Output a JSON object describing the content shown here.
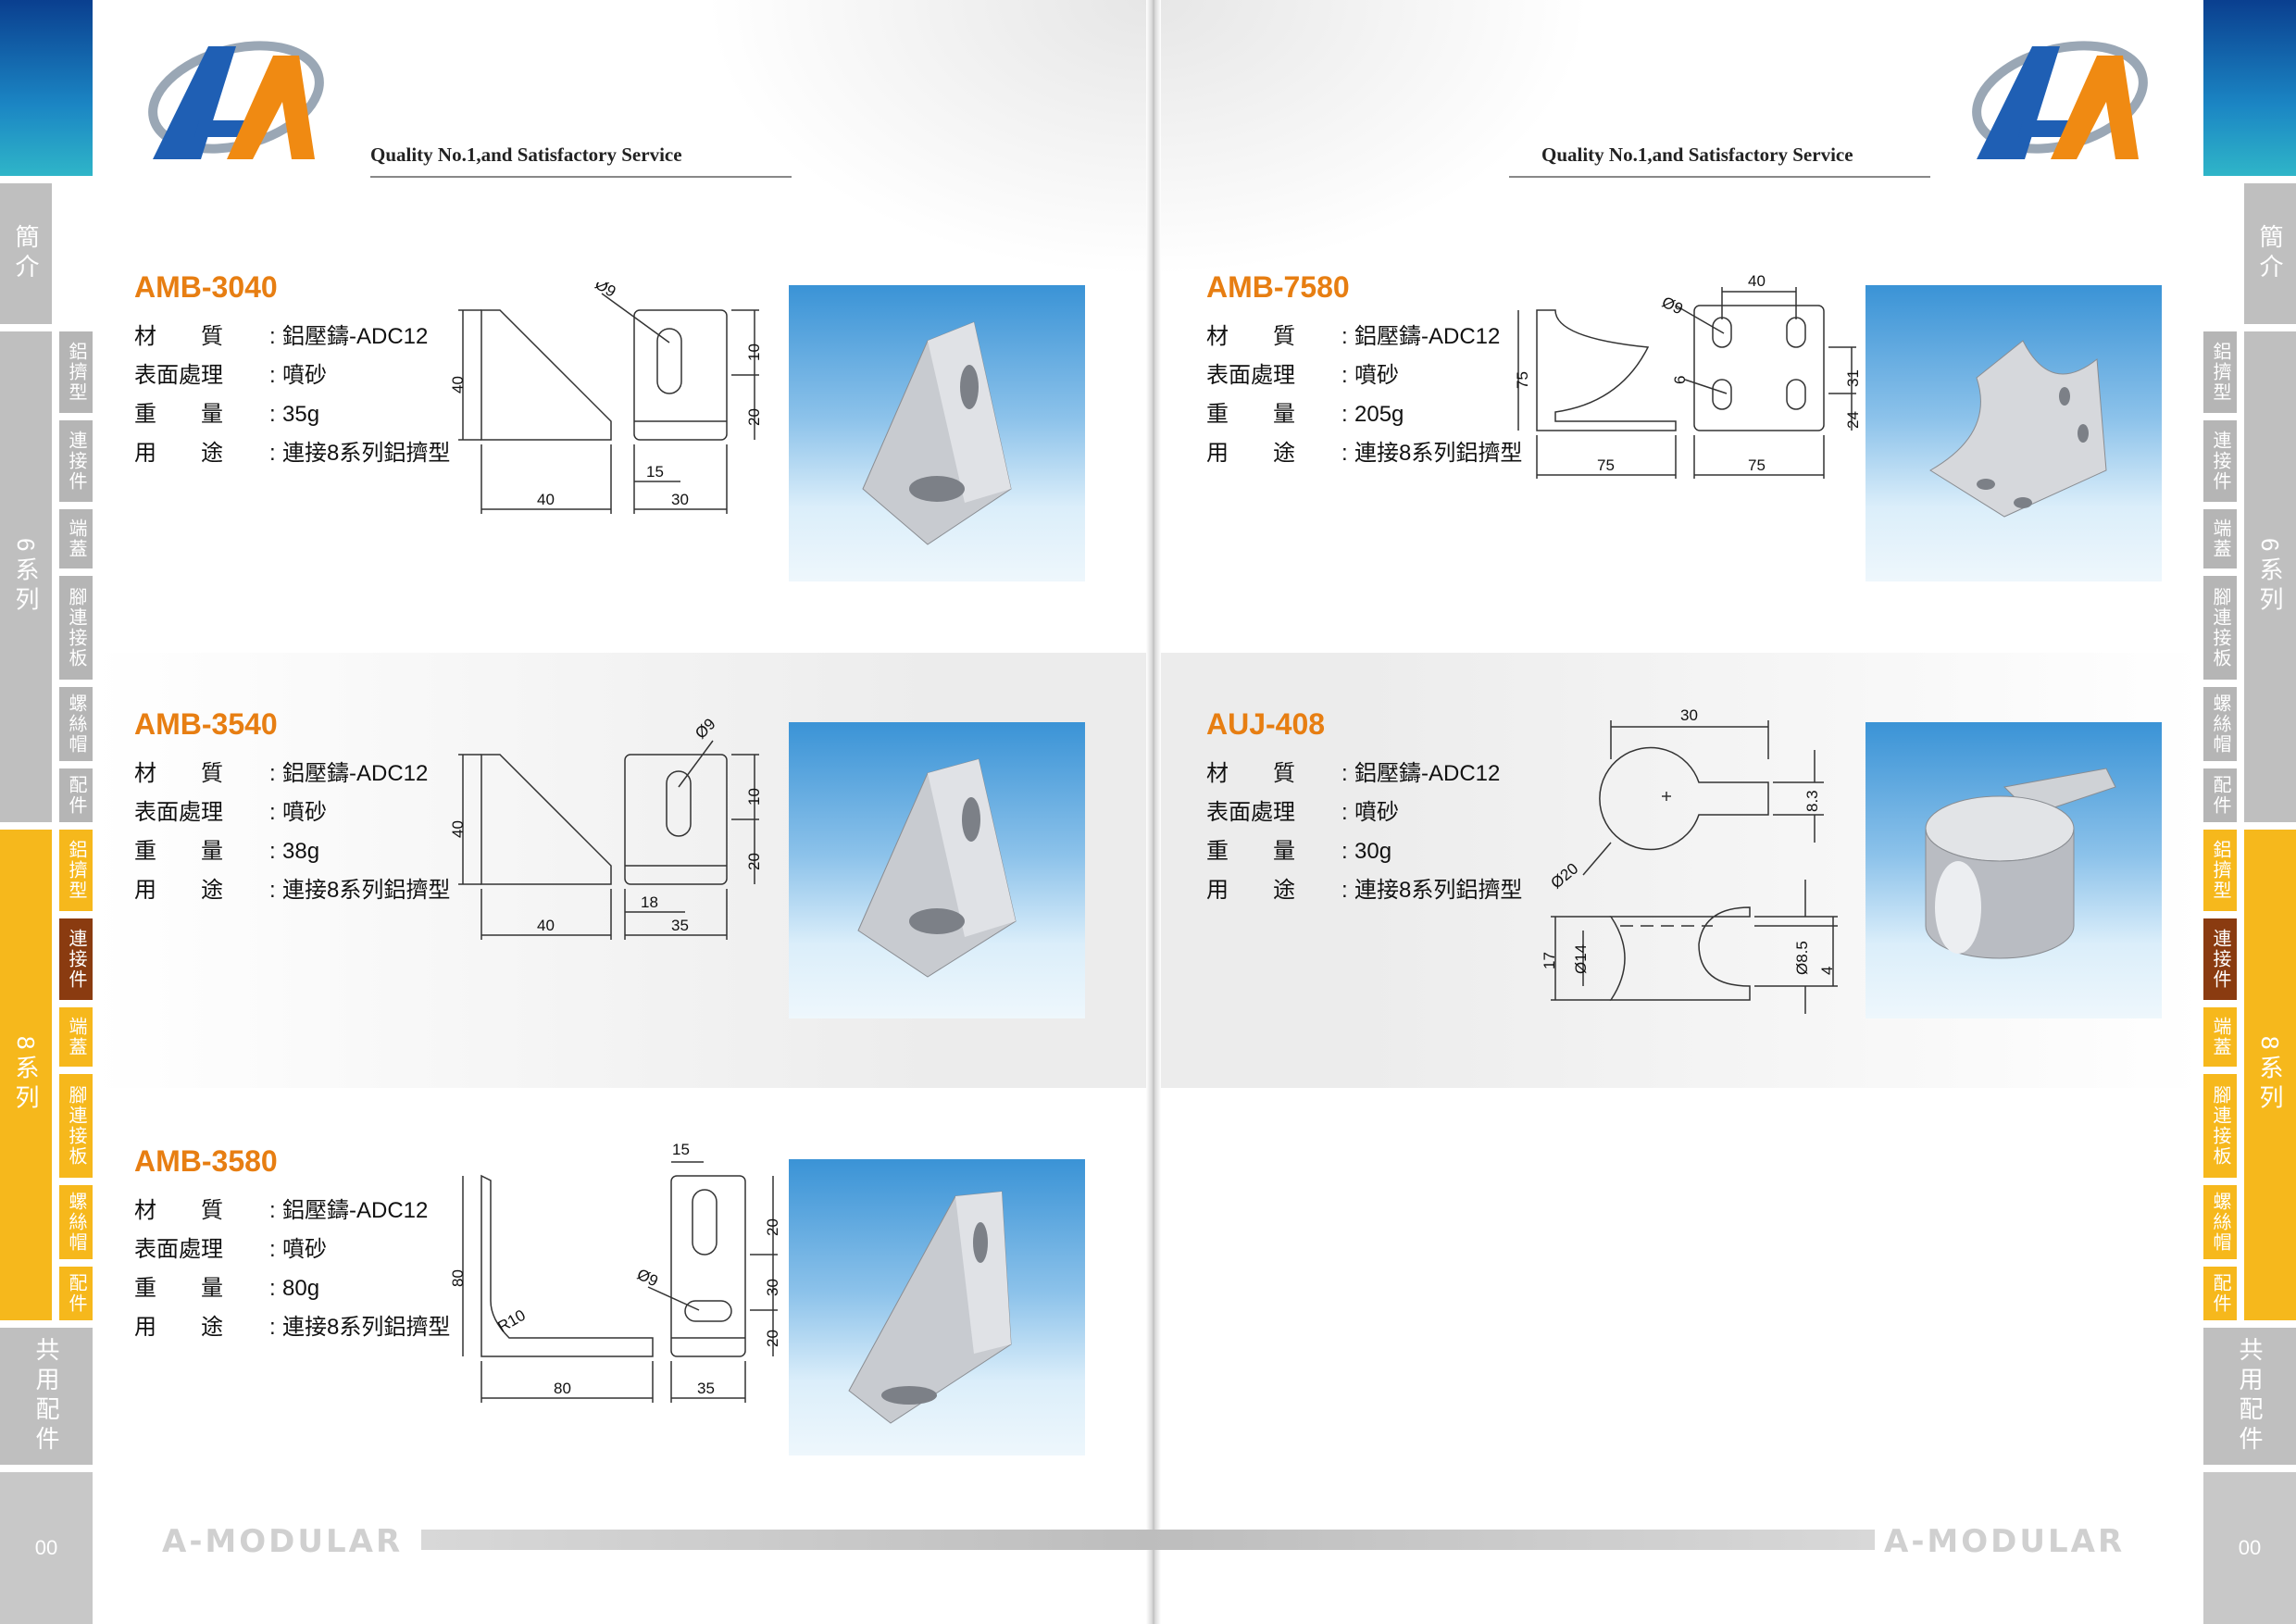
{
  "header": {
    "slogan": "Quality No.1,and Satisfactory Service"
  },
  "nav": {
    "intro": "簡介",
    "series6": "6系列",
    "series8": "8系列",
    "shared": "共用配件",
    "sub": [
      "鋁擠型",
      "連接件",
      "端蓋",
      "腳連接板",
      "螺絲帽",
      "配件"
    ],
    "page_left": "00",
    "page_right": "00"
  },
  "footer": {
    "brand": "A-MODULAR"
  },
  "labels": {
    "material": "材　　質",
    "finish": "表面處理",
    "weight": "重　　量",
    "usage": "用　　途"
  },
  "products": [
    {
      "id": "AMB-3040",
      "material": "鋁壓鑄-ADC12",
      "finish": "噴砂",
      "weight": "35g",
      "usage": "連接8系列鋁擠型",
      "dims": {
        "d1": "Ø9",
        "h": "40",
        "w": "40",
        "w2": "30",
        "a": "10",
        "b": "20",
        "c": "15"
      }
    },
    {
      "id": "AMB-3540",
      "material": "鋁壓鑄-ADC12",
      "finish": "噴砂",
      "weight": "38g",
      "usage": "連接8系列鋁擠型",
      "dims": {
        "d1": "Ø9",
        "h": "40",
        "w": "40",
        "w2": "35",
        "a": "10",
        "b": "20",
        "c": "18"
      }
    },
    {
      "id": "AMB-3580",
      "material": "鋁壓鑄-ADC12",
      "finish": "噴砂",
      "weight": "80g",
      "usage": "連接8系列鋁擠型",
      "dims": {
        "d1": "Ø9",
        "h": "80",
        "w": "80",
        "w2": "35",
        "r": "R10",
        "top": "15",
        "a": "20",
        "b": "30",
        "c": "20"
      }
    },
    {
      "id": "AMB-7580",
      "material": "鋁壓鑄-ADC12",
      "finish": "噴砂",
      "weight": "205g",
      "usage": "連接8系列鋁擠型",
      "dims": {
        "d1": "Ø9",
        "h": "75",
        "w": "75",
        "w2": "75",
        "top": "40",
        "a": "6",
        "b": "31",
        "c": "24"
      }
    },
    {
      "id": "AUJ-408",
      "material": "鋁壓鑄-ADC12",
      "finish": "噴砂",
      "weight": "30g",
      "usage": "連接8系列鋁擠型",
      "dims": {
        "top": "30",
        "dia": "Ø20",
        "tab": "8.3",
        "h": "17",
        "d2": "Ø14",
        "d3": "Ø8.5",
        "t": "4"
      }
    }
  ]
}
